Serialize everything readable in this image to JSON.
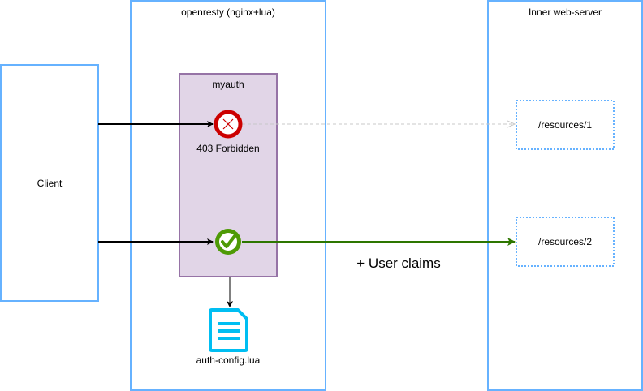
{
  "containers": {
    "openresty": {
      "title": "openresty (nginx+lua)"
    },
    "inner": {
      "title": "Inner web-server"
    },
    "client": {
      "label": "Client"
    },
    "myauth": {
      "title": "myauth"
    }
  },
  "outcomes": {
    "deny": {
      "label": "403 Forbidden",
      "icon": "x-circle-icon",
      "color": "#cc0000"
    },
    "allow": {
      "label": "",
      "icon": "check-circle-icon",
      "color": "#4e9a06"
    }
  },
  "resources": [
    {
      "path": "/resources/1"
    },
    {
      "path": "/resources/2"
    }
  ],
  "edge_labels": {
    "user_claims": "+ User claims"
  },
  "config_file": {
    "name": "auth-config.lua",
    "icon": "document-icon"
  },
  "colors": {
    "container_border": "#66b2ff",
    "myauth_fill": "#e1d5e7",
    "myauth_border": "#9673a6",
    "allow_edge": "#2d7600",
    "deny_edge": "#c8c8c8",
    "file_icon": "#00bef2"
  }
}
